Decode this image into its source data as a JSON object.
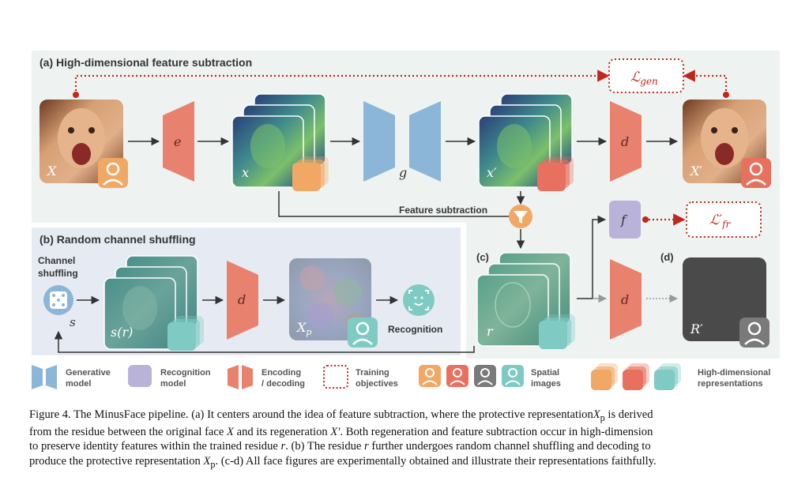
{
  "panels": {
    "a_title": "(a) High-dimensional feature subtraction",
    "b_title": "(b) Random channel shuffling",
    "c_label": "(c)",
    "d_label": "(d)"
  },
  "labels": {
    "X": "X",
    "e": "e",
    "x": "x",
    "g": "g",
    "x_prime": "x′",
    "d": "d",
    "X_prime": "X′",
    "L_gen_main": "ℒ",
    "L_gen_sub": "gen",
    "f": "f",
    "L_fr_main": "ℒ′",
    "L_fr_sub": "fr",
    "feature_subtraction": "Feature subtraction",
    "channel_shuffling_1": "Channel",
    "channel_shuffling_2": "shuffling",
    "s": "s",
    "s_r": "s(r)",
    "Xp_main": "X",
    "Xp_sub": "p",
    "recognition": "Recognition",
    "r": "r",
    "R_prime": "R′"
  },
  "legend": {
    "generative_1": "Generative",
    "generative_2": "model",
    "recognition_1": "Recognition",
    "recognition_2": "model",
    "encoding_1": "Encoding",
    "encoding_2": "/ decoding",
    "training_1": "Training",
    "training_2": "objectives",
    "spatial_1": "Spatial",
    "spatial_2": "images",
    "highdim_1": "High-dimensional",
    "highdim_2": "representations"
  },
  "caption": {
    "l1": "Figure 4. The MinusFace pipeline. (a) It centers around the idea of feature subtraction, where the protective representation",
    "l1_sym": "X",
    "l1_sub": "p",
    "l1_end": " is derived",
    "l2a": "from the residue between the original face ",
    "l2_X": "X",
    "l2b": " and its regeneration ",
    "l2_Xp": "X′",
    "l2c": ". Both regeneration and feature subtraction occur in high-dimension",
    "l3a": "to preserve identity features within the trained residue ",
    "l3_r": "r",
    "l3b": ". (b) The residue ",
    "l3_r2": "r",
    "l3c": " further undergoes random channel shuffling and decoding to",
    "l4a": "produce the protective representation ",
    "l4_X": "X",
    "l4_sub": "p",
    "l4b": ". (c-d) All face figures are experimentally obtained and illustrate their representations faithfully."
  },
  "colors": {
    "panel_a_bg": "#eef3f1",
    "panel_b_bg": "#e6ebf3",
    "encoder": "#e8816d",
    "generative": "#8cb6d8",
    "recognition": "#b9b3d9",
    "orange_icon": "#f1a865",
    "red_icon": "#e8705e",
    "gray_icon": "#7a7a7a",
    "teal_icon": "#7fcbc4",
    "dotted_red": "#c0281c",
    "arrow": "#333333"
  }
}
